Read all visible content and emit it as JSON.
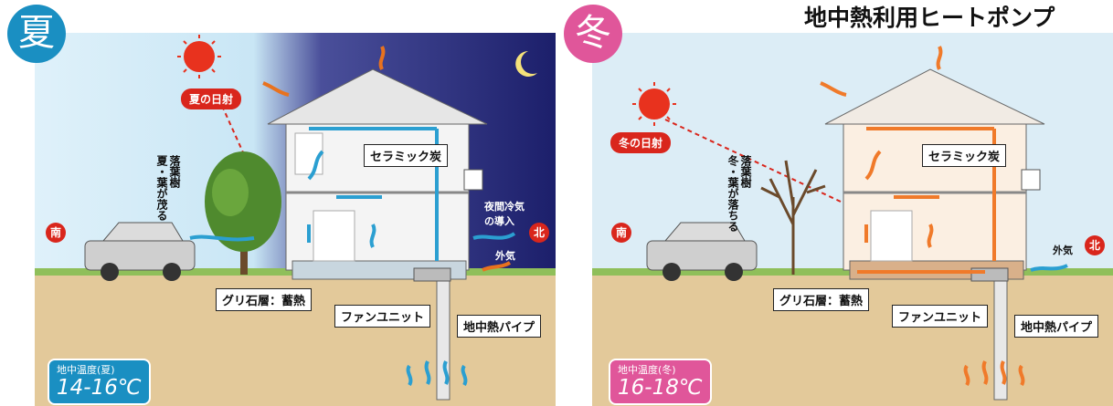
{
  "title": "地中熱利用ヒートポンプ",
  "summer": {
    "badge": "夏",
    "sun_label": "夏の日射",
    "tree_label": "落葉樹\n夏・葉が茂る",
    "south": "南",
    "north": "北",
    "night_air": "夜間冷気\nの導入",
    "outside_air": "外気",
    "ceramic": "セラミック炭",
    "gravel": "グリ石層：蓄熱",
    "fan_unit": "ファンユニット",
    "pipe": "地中熱パイプ",
    "temp_label": "地中温度(夏)",
    "temp_value": "14-16℃",
    "colors": {
      "badge": "#1a8fc2",
      "sky_day": "#cfe9f7",
      "sky_night": "#1c1f6b",
      "ground": "#e3c99a",
      "arrows": "#2b9fd1"
    }
  },
  "winter": {
    "badge": "冬",
    "sun_label": "冬の日射",
    "tree_label": "落葉樹\n冬・葉が落ちる",
    "south": "南",
    "north": "北",
    "outside_air": "外気",
    "ceramic": "セラミック炭",
    "gravel": "グリ石層：蓄熱",
    "fan_unit": "ファンユニット",
    "pipe": "地中熱パイプ",
    "temp_label": "地中温度(冬)",
    "temp_value": "16-18℃",
    "colors": {
      "badge": "#e0569a",
      "sky": "#dcedf6",
      "ground": "#e3c99a",
      "arrows": "#f07a2a"
    }
  }
}
